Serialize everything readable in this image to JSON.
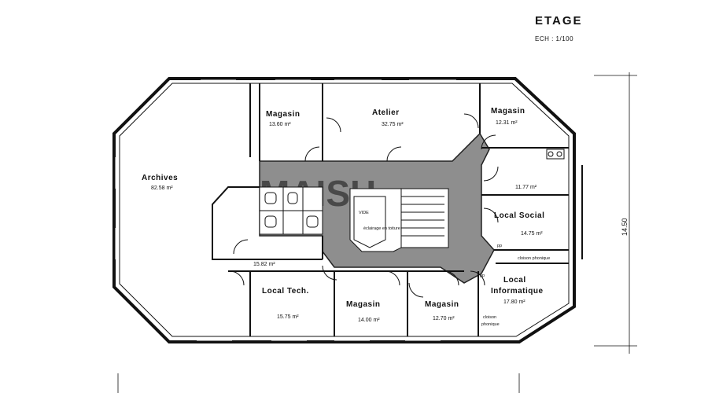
{
  "header": {
    "title": "ETAGE",
    "scale": "ECH : 1/100"
  },
  "dimension": "14.50",
  "watermark": "MAISH",
  "rooms": [
    {
      "name": "Magasin",
      "area": "13.60 m²"
    },
    {
      "name": "Atelier",
      "area": "32.75 m²"
    },
    {
      "name": "Magasin",
      "area": "12.31 m²"
    },
    {
      "name": "Archives",
      "area": "82.58 m²"
    },
    {
      "name": "",
      "area": "11.77 m²"
    },
    {
      "name": "Local Social",
      "area": "14.75 m²"
    },
    {
      "name": "",
      "area": "15.82 m²"
    },
    {
      "name": "Local Tech.",
      "area": "15.75 m²"
    },
    {
      "name": "Magasin",
      "area": "14.00 m²"
    },
    {
      "name": "Magasin",
      "area": "12.70 m²"
    },
    {
      "name": "Local",
      "area": ""
    },
    {
      "name": "Informatique",
      "area": "17.80 m²"
    }
  ],
  "notes": {
    "vide": "VIDE",
    "eclairage": "éclairage en toiture",
    "cloison1": "cloison phonique",
    "cloison2a": "cloison",
    "cloison2b": "phonique",
    "pp1": "pp",
    "pp2": "pp"
  }
}
